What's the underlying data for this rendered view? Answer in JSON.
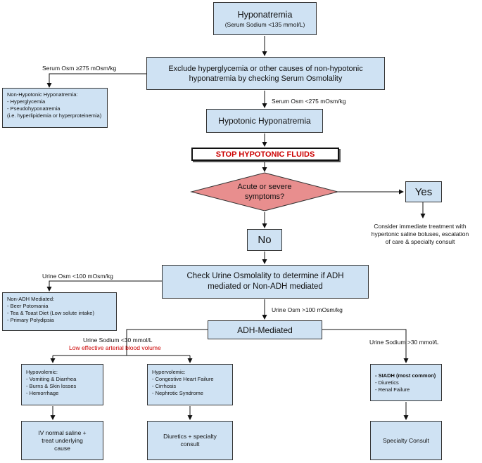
{
  "nodes": {
    "hyponatremia": {
      "title": "Hyponatremia",
      "subtitle": "(Serum Sodium <135 mmol/L)"
    },
    "exclude": {
      "line1": "Exclude hyperglycemia or other causes of non-hypotonic",
      "line2": "hyponatremia by checking Serum Osmolality"
    },
    "non_hypotonic": {
      "title": "Non-Hypotonic Hyponatremia:",
      "items": [
        "- Hyperglycemia",
        "- Pseudohyponatremia",
        "(i.e. hyperlipidemia or hyperproteinemia)"
      ]
    },
    "hypotonic": {
      "title": "Hypotonic Hyponatremia"
    },
    "stop": {
      "label": "STOP HYPOTONIC FLUIDS"
    },
    "acute": {
      "line1": "Acute or severe",
      "line2": "symptoms?"
    },
    "yes": {
      "label": "Yes"
    },
    "consider": {
      "lines": [
        "Consider immediate treatment with",
        "hypertonic saline boluses, escalation",
        "of care & specialty consult"
      ]
    },
    "no": {
      "label": "No"
    },
    "check_urine": {
      "line1": "Check Urine Osmolality to determine if ADH",
      "line2": "mediated or Non-ADH mediated"
    },
    "non_adh": {
      "title": "Non-ADH Mediated:",
      "items": [
        "- Beer Potomania",
        "- Tea & Toast Diet (Low solute intake)",
        "- Primary Polydipsia"
      ]
    },
    "adh": {
      "title": "ADH-Mediated"
    },
    "hypovolemic": {
      "title": "Hypovolemic:",
      "items": [
        "- Vomiting & Diarrhea",
        "- Burns & Skin losses",
        "- Hemorrhage"
      ]
    },
    "hypervolemic": {
      "title": "Hypervolemic:",
      "items": [
        "- Congestive Heart Failure",
        "- Cirrhosis",
        "- Nephrotic Syndrome"
      ]
    },
    "siadh": {
      "title": "- SIADH (most common)",
      "items": [
        "- Diuretics",
        "- Renal Failure"
      ]
    },
    "iv_saline": {
      "lines": [
        "IV normal saline +",
        "treat underlying",
        "cause"
      ]
    },
    "diuretics": {
      "lines": [
        "Diuretics + specialty",
        "consult"
      ]
    },
    "specialty": {
      "label": "Specialty Consult"
    }
  },
  "edge_labels": {
    "serum_high": "Serum Osm ≥275 mOsm/kg",
    "serum_low": "Serum Osm <275 mOsm/kg",
    "urine_low": "Urine Osm <100 mOsm/kg",
    "urine_high": "Urine Osm >100 mOsm/kg",
    "sodium_low": "Urine Sodium <30 mmol/L",
    "sodium_low_note": "Low effective arterial blood volume",
    "sodium_high": "Urine Sodium >30 mmol/L"
  },
  "colors": {
    "box_fill": "#cfe2f3",
    "diamond_fill": "#e88e8e",
    "alert_red": "#cc0000",
    "line": "#111111"
  }
}
